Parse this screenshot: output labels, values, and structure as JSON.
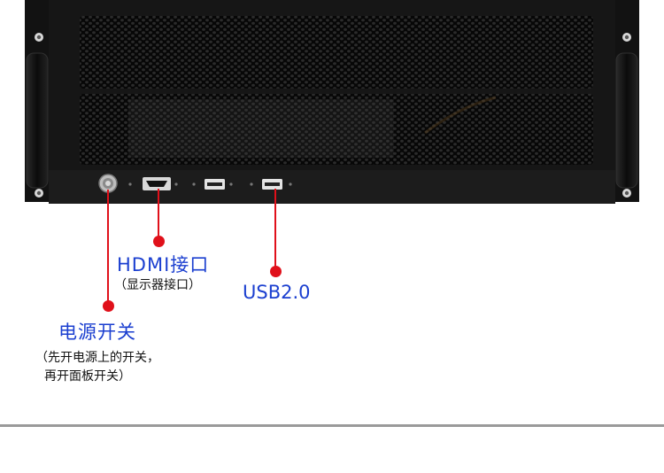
{
  "annotations": {
    "hdmi": {
      "label": "HDMI接口",
      "note": "（显示器接口）"
    },
    "usb": {
      "label": "USB2.0"
    },
    "power": {
      "label": "电源开关",
      "note_line1": "（先开电源上的开关，",
      "note_line2": "再开面板开关）"
    }
  },
  "colors": {
    "accent_line": "#e0101a",
    "label_text": "#1b3fd0",
    "chassis": "#141414"
  }
}
